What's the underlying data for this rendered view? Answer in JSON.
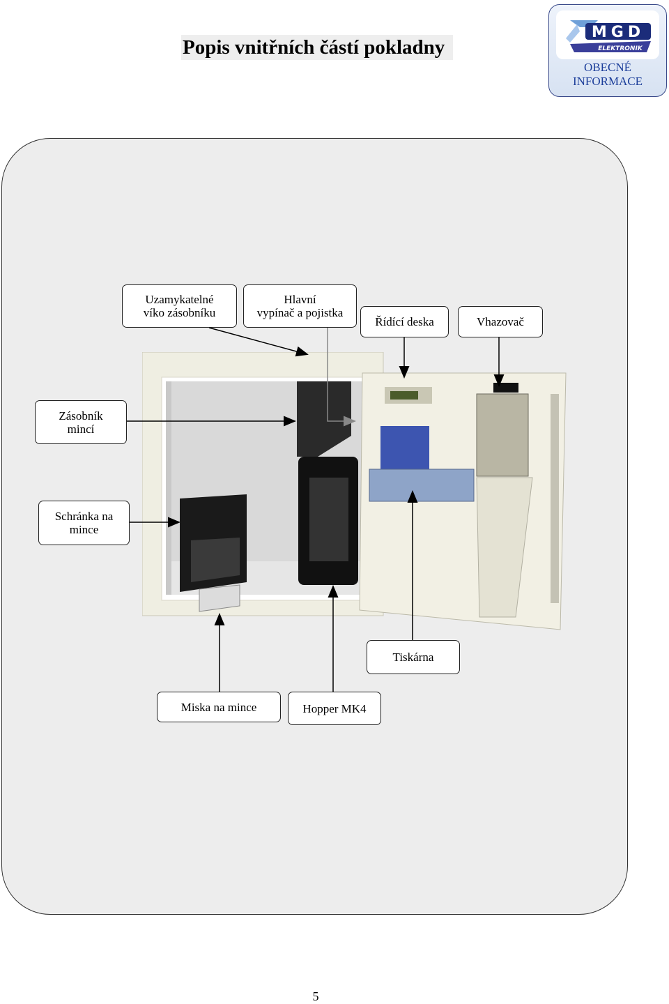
{
  "header": {
    "title": "Popis vnitřních částí pokladny",
    "logo": {
      "brand": "MGD",
      "subbrand": "ELEKTRONIK"
    },
    "section_badge": "OBECNÉ\nINFORMACE"
  },
  "labels": {
    "lockable_lid": "Uzamykatelné\nvíko  zásobníku",
    "main_switch": "Hlavní\nvypínač a pojistka",
    "control_board": "Řídící deska",
    "coin_acceptor": "Vhazovač",
    "coin_hopper_storage": "Zásobník\nmincí",
    "coin_box": "Schránka na\nmince",
    "printer": "Tiskárna",
    "coin_tray": "Miska na mince",
    "hopper": "Hopper MK4"
  },
  "page": {
    "number": "5"
  },
  "colors": {
    "badge_text": "#1c3e9a",
    "frame_bg": "#ededed",
    "cabinet": "#efeee2"
  }
}
